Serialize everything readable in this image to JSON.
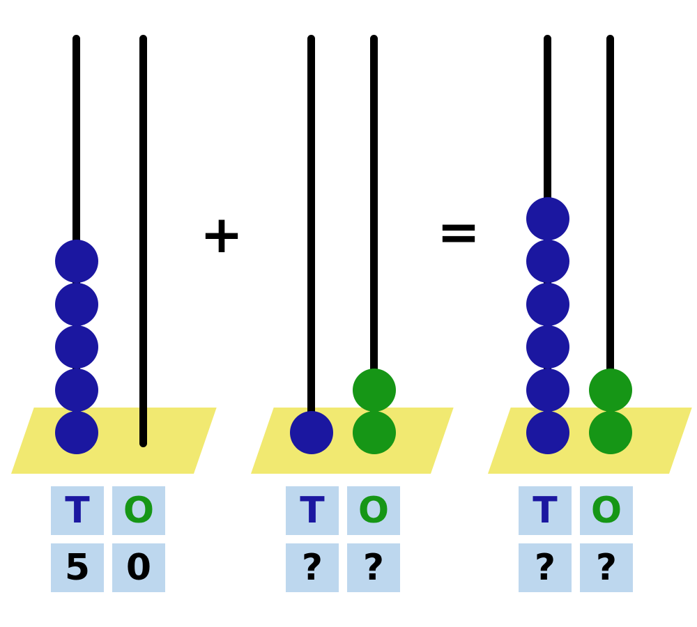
{
  "figure": {
    "description": "Place-value abacus addition diagram",
    "operator_plus": "+",
    "operator_equals": "="
  },
  "colors": {
    "bead_blue": "#1b17a0",
    "bead_green": "#169616",
    "base_yellow": "#f1e971",
    "cell_background": "#bdd7ee",
    "tens_text": "#1b17a0",
    "ones_text": "#169616",
    "value_text": "#000000"
  },
  "abacuses": [
    {
      "id": "addend-1",
      "tens": {
        "beads": 5,
        "color": "blue"
      },
      "ones": {
        "beads": 0,
        "color": "green"
      },
      "table": {
        "tens_header": "T",
        "ones_header": "O",
        "tens_value": "5",
        "ones_value": "0"
      }
    },
    {
      "id": "addend-2",
      "tens": {
        "beads": 1,
        "color": "blue"
      },
      "ones": {
        "beads": 2,
        "color": "green"
      },
      "table": {
        "tens_header": "T",
        "ones_header": "O",
        "tens_value": "?",
        "ones_value": "?"
      }
    },
    {
      "id": "sum",
      "tens": {
        "beads": 6,
        "color": "blue"
      },
      "ones": {
        "beads": 2,
        "color": "green"
      },
      "table": {
        "tens_header": "T",
        "ones_header": "O",
        "tens_value": "?",
        "ones_value": "?"
      }
    }
  ]
}
